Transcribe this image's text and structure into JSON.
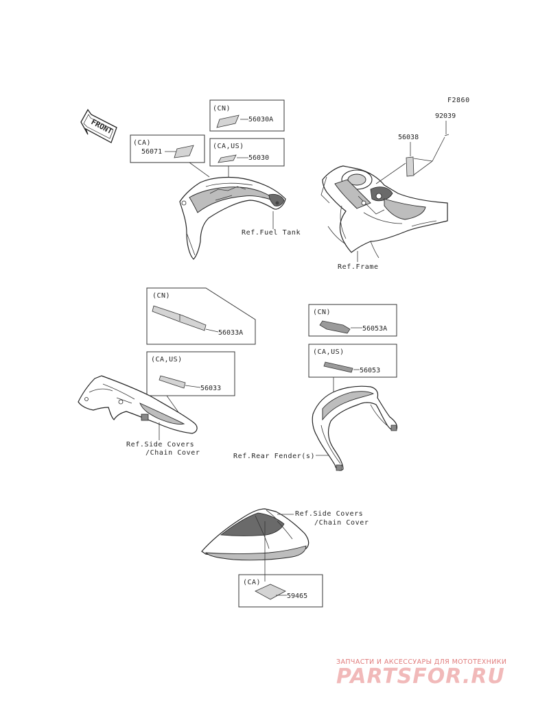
{
  "figure_code": "F2860",
  "front_arrow_label": "FRONT",
  "callouts": {
    "cn_56030a": {
      "region": "(CN)",
      "part": "56030A"
    },
    "ca_56071": {
      "region": "(CA)",
      "part": "56071"
    },
    "caus_56030": {
      "region": "(CA,US)",
      "part": "56030"
    },
    "cn_56033a": {
      "region": "(CN)",
      "part": "56033A"
    },
    "caus_56033": {
      "region": "(CA,US)",
      "part": "56033"
    },
    "cn_56053a": {
      "region": "(CN)",
      "part": "56053A"
    },
    "caus_56053": {
      "region": "(CA,US)",
      "part": "56053"
    },
    "ca_59465": {
      "region": "(CA)",
      "part": "59465"
    }
  },
  "loose_parts": {
    "p56038": "56038",
    "p92039": "92039"
  },
  "references": {
    "fuel_tank": "Ref.Fuel Tank",
    "frame": "Ref.Frame",
    "side_covers_1_line1": "Ref.Side Covers",
    "side_covers_1_line2": "/Chain Cover",
    "rear_fender": "Ref.Rear Fender(s)",
    "side_covers_2_line1": "Ref.Side Covers",
    "side_covers_2_line2": "/Chain Cover"
  },
  "watermark": {
    "tagline": "ЗАПЧАСТИ И АКСЕССУАРЫ ДЛЯ МОТОТЕХНИКИ",
    "logo": "PARTSFOR.RU",
    "colors": {
      "text": "#e07a7a",
      "logo": "#f1b9b9"
    }
  }
}
